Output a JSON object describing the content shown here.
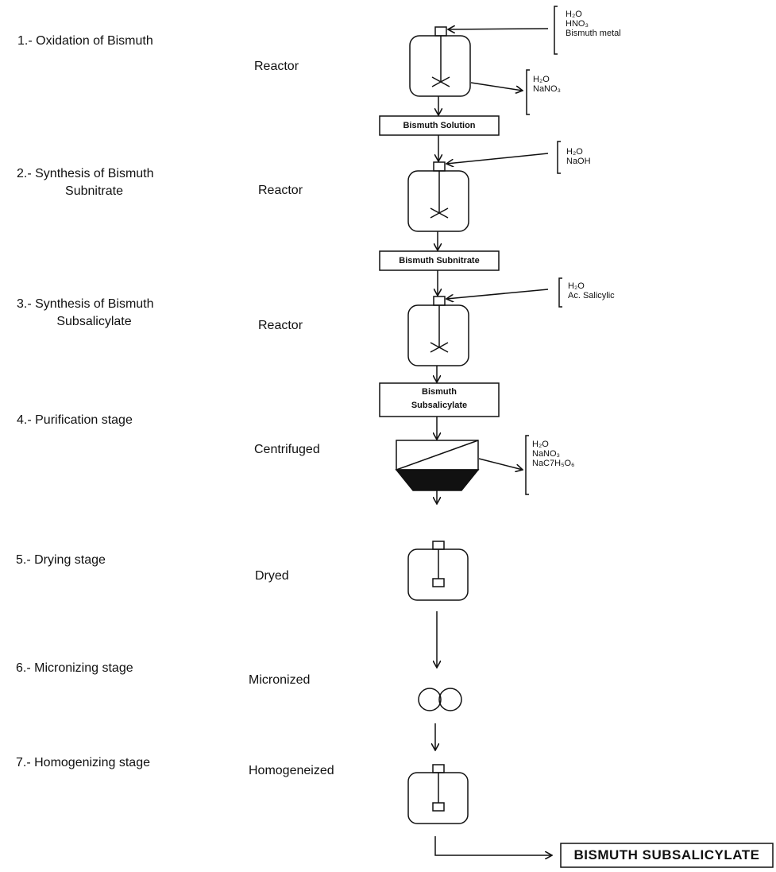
{
  "stages": [
    {
      "line1": "1.- Oxidation of Bismuth",
      "line2": ""
    },
    {
      "line1": "2.- Synthesis of Bismuth",
      "line2": "Subnitrate"
    },
    {
      "line1": "3.- Synthesis of Bismuth",
      "line2": "Subsalicylate"
    },
    {
      "line1": "4.- Purification stage",
      "line2": ""
    },
    {
      "line1": "5.- Drying  stage",
      "line2": ""
    },
    {
      "line1": "6.- Micronizing stage",
      "line2": ""
    },
    {
      "line1": "7.- Homogenizing stage",
      "line2": ""
    }
  ],
  "processes": [
    "Reactor",
    "Reactor",
    "Reactor",
    "Centrifuged",
    "Dryed",
    "Micronized",
    "Homogeneized"
  ],
  "intermediates": {
    "bismuth_solution": "Bismuth Solution",
    "bismuth_subnitrate": "Bismuth Subnitrate",
    "bismuth_subsalicylate_line1": "Bismuth",
    "bismuth_subsalicylate_line2": "Subsalicylate"
  },
  "inputs": {
    "reactor1": [
      "H₂O",
      "HNO₃",
      "Bismuth metal"
    ],
    "reactor2": [
      "H₂O",
      "NaOH"
    ],
    "reactor3": [
      "H₂O",
      "Ac. Salicylic"
    ]
  },
  "outputs": {
    "reactor1": [
      "H₂O",
      "NaNO₃"
    ],
    "centrifuge": [
      "H₂O",
      "NaNO₃",
      "NaC7H₅O₆"
    ]
  },
  "final_product": "BISMUTH SUBSALICYLATE"
}
